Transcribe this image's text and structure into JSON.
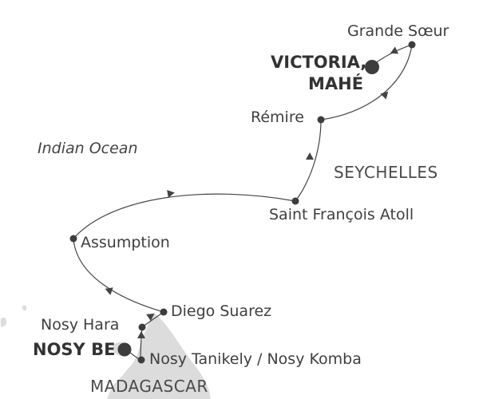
{
  "map": {
    "ocean_label": "Indian Ocean",
    "region_labels": {
      "seychelles": "SEYCHELLES",
      "madagascar": "MADAGASCAR"
    },
    "stops": {
      "grande_soeur": "Grande Sœur",
      "victoria_line1": "VICTORIA,",
      "victoria_line2": "MAHÉ",
      "remire": "Rémire",
      "saint_francois": "Saint François Atoll",
      "assumption": "Assumption",
      "diego_suarez": "Diego Suarez",
      "nosy_hara": "Nosy Hara",
      "nosy_be": "NOSY BE",
      "nosy_tanikely": "Nosy Tanikely / Nosy Komba"
    },
    "colors": {
      "route": "#444444",
      "land": "#dcdcdc",
      "text": "#3f3f3f",
      "marker": "#3d3d3d"
    }
  }
}
